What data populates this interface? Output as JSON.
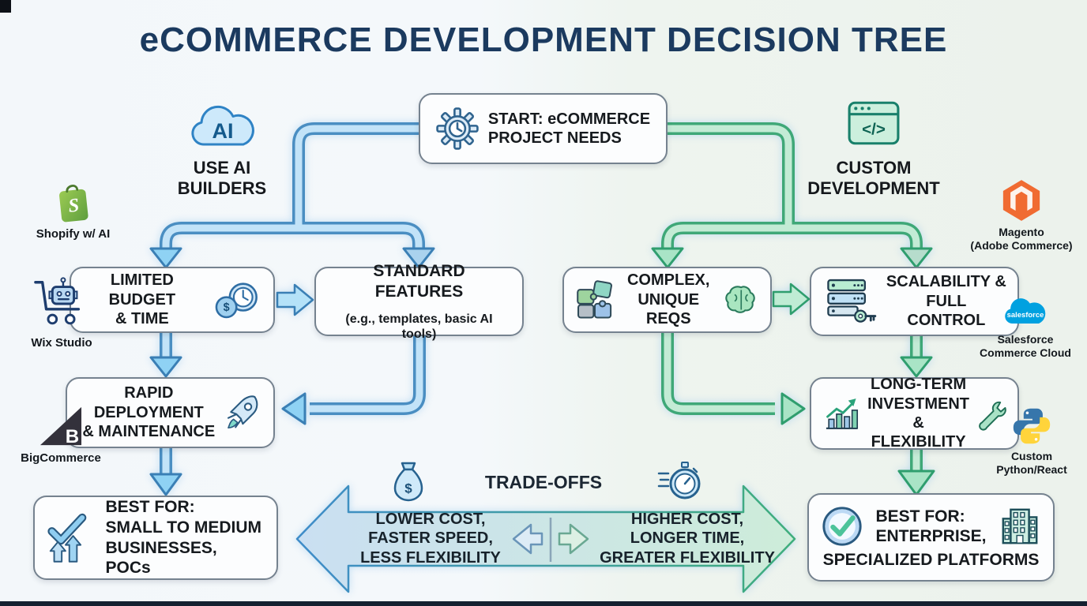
{
  "title": "eCOMMERCE DEVELOPMENT DECISION TREE",
  "start": {
    "label": "START: eCOMMERCE\nPROJECT NEEDS"
  },
  "branch_left": {
    "label": "USE AI\nBUILDERS",
    "icon_text": "AI"
  },
  "branch_right": {
    "label": "CUSTOM\nDEVELOPMENT",
    "icon_text": "</>"
  },
  "nodes": {
    "limited_budget": {
      "title": "LIMITED BUDGET\n& TIME"
    },
    "standard_features": {
      "title": "STANDARD FEATURES",
      "subtitle": "(e.g., templates, basic AI tools)"
    },
    "rapid_deployment": {
      "title": "RAPID DEPLOYMENT\n& MAINTENANCE"
    },
    "best_small": {
      "title": "BEST FOR:\nSMALL TO MEDIUM\nBUSINESSES, POCs"
    },
    "complex_reqs": {
      "title": "COMPLEX,\nUNIQUE REQS"
    },
    "scalability": {
      "title": "SCALABILITY &\nFULL CONTROL"
    },
    "long_term": {
      "title": "LONG-TERM\nINVESTMENT\n& FLEXIBILITY"
    },
    "best_enterprise": {
      "line12": "BEST FOR:\nENTERPRISE,",
      "line3": "SPECIALIZED PLATFORMS"
    }
  },
  "tradeoffs": {
    "title": "TRADE-OFFS",
    "left": "LOWER COST,\nFASTER SPEED,\nLESS FLEXIBILITY",
    "right": "HIGHER COST,\nLONGER TIME,\nGREATER FLEXIBILITY"
  },
  "platforms": {
    "shopify": {
      "label": "Shopify w/ AI",
      "letter": "S"
    },
    "wix": {
      "label": "Wix Studio"
    },
    "bigcommerce": {
      "label": "BigCommerce",
      "letter": "B"
    },
    "magento": {
      "label": "Magento\n(Adobe Commerce)"
    },
    "salesforce": {
      "label": "Salesforce\nCommerce Cloud",
      "logo_text": "salesforce"
    },
    "python": {
      "label": "Custom\nPython/React"
    }
  },
  "symbols": {
    "dollar_coin": "$",
    "dollar_bag": "$"
  },
  "icon_shapes": {
    "gear-clock-icon": "gear outline with clock face",
    "ai-cloud-icon": "cloud containing AI",
    "code-window-icon": "browser window with </>",
    "clock-dollar-icon": "clock with dollar coin",
    "puzzle-icon": "four puzzle pieces",
    "brain-icon": "green brain",
    "server-key-icon": "server stack with key",
    "rocket-icon": "launching rocket",
    "growth-chart-icon": "bar chart with rising arrow",
    "wrench-icon": "wrench",
    "check-growth-icon": "checkmark with two up arrows",
    "circle-check-icon": "checkmark in circle",
    "building-icon": "enterprise buildings",
    "money-bag-icon": "money bag with $",
    "stopwatch-icon": "stopwatch with speed lines"
  },
  "colors": {
    "title": "#1b3a5f",
    "blue_pipe": "#4a8ec2",
    "blue_pipe_fill": "#c2e3f8",
    "green_pipe": "#3fa878",
    "green_pipe_fill": "#c3ebd5",
    "shopify_green": "#8dc14b",
    "magento_orange": "#f06b32",
    "salesforce_blue": "#00a1e0",
    "python_blue": "#3776ab",
    "python_yellow": "#ffd43b",
    "bigcommerce_dark": "#33313b"
  }
}
